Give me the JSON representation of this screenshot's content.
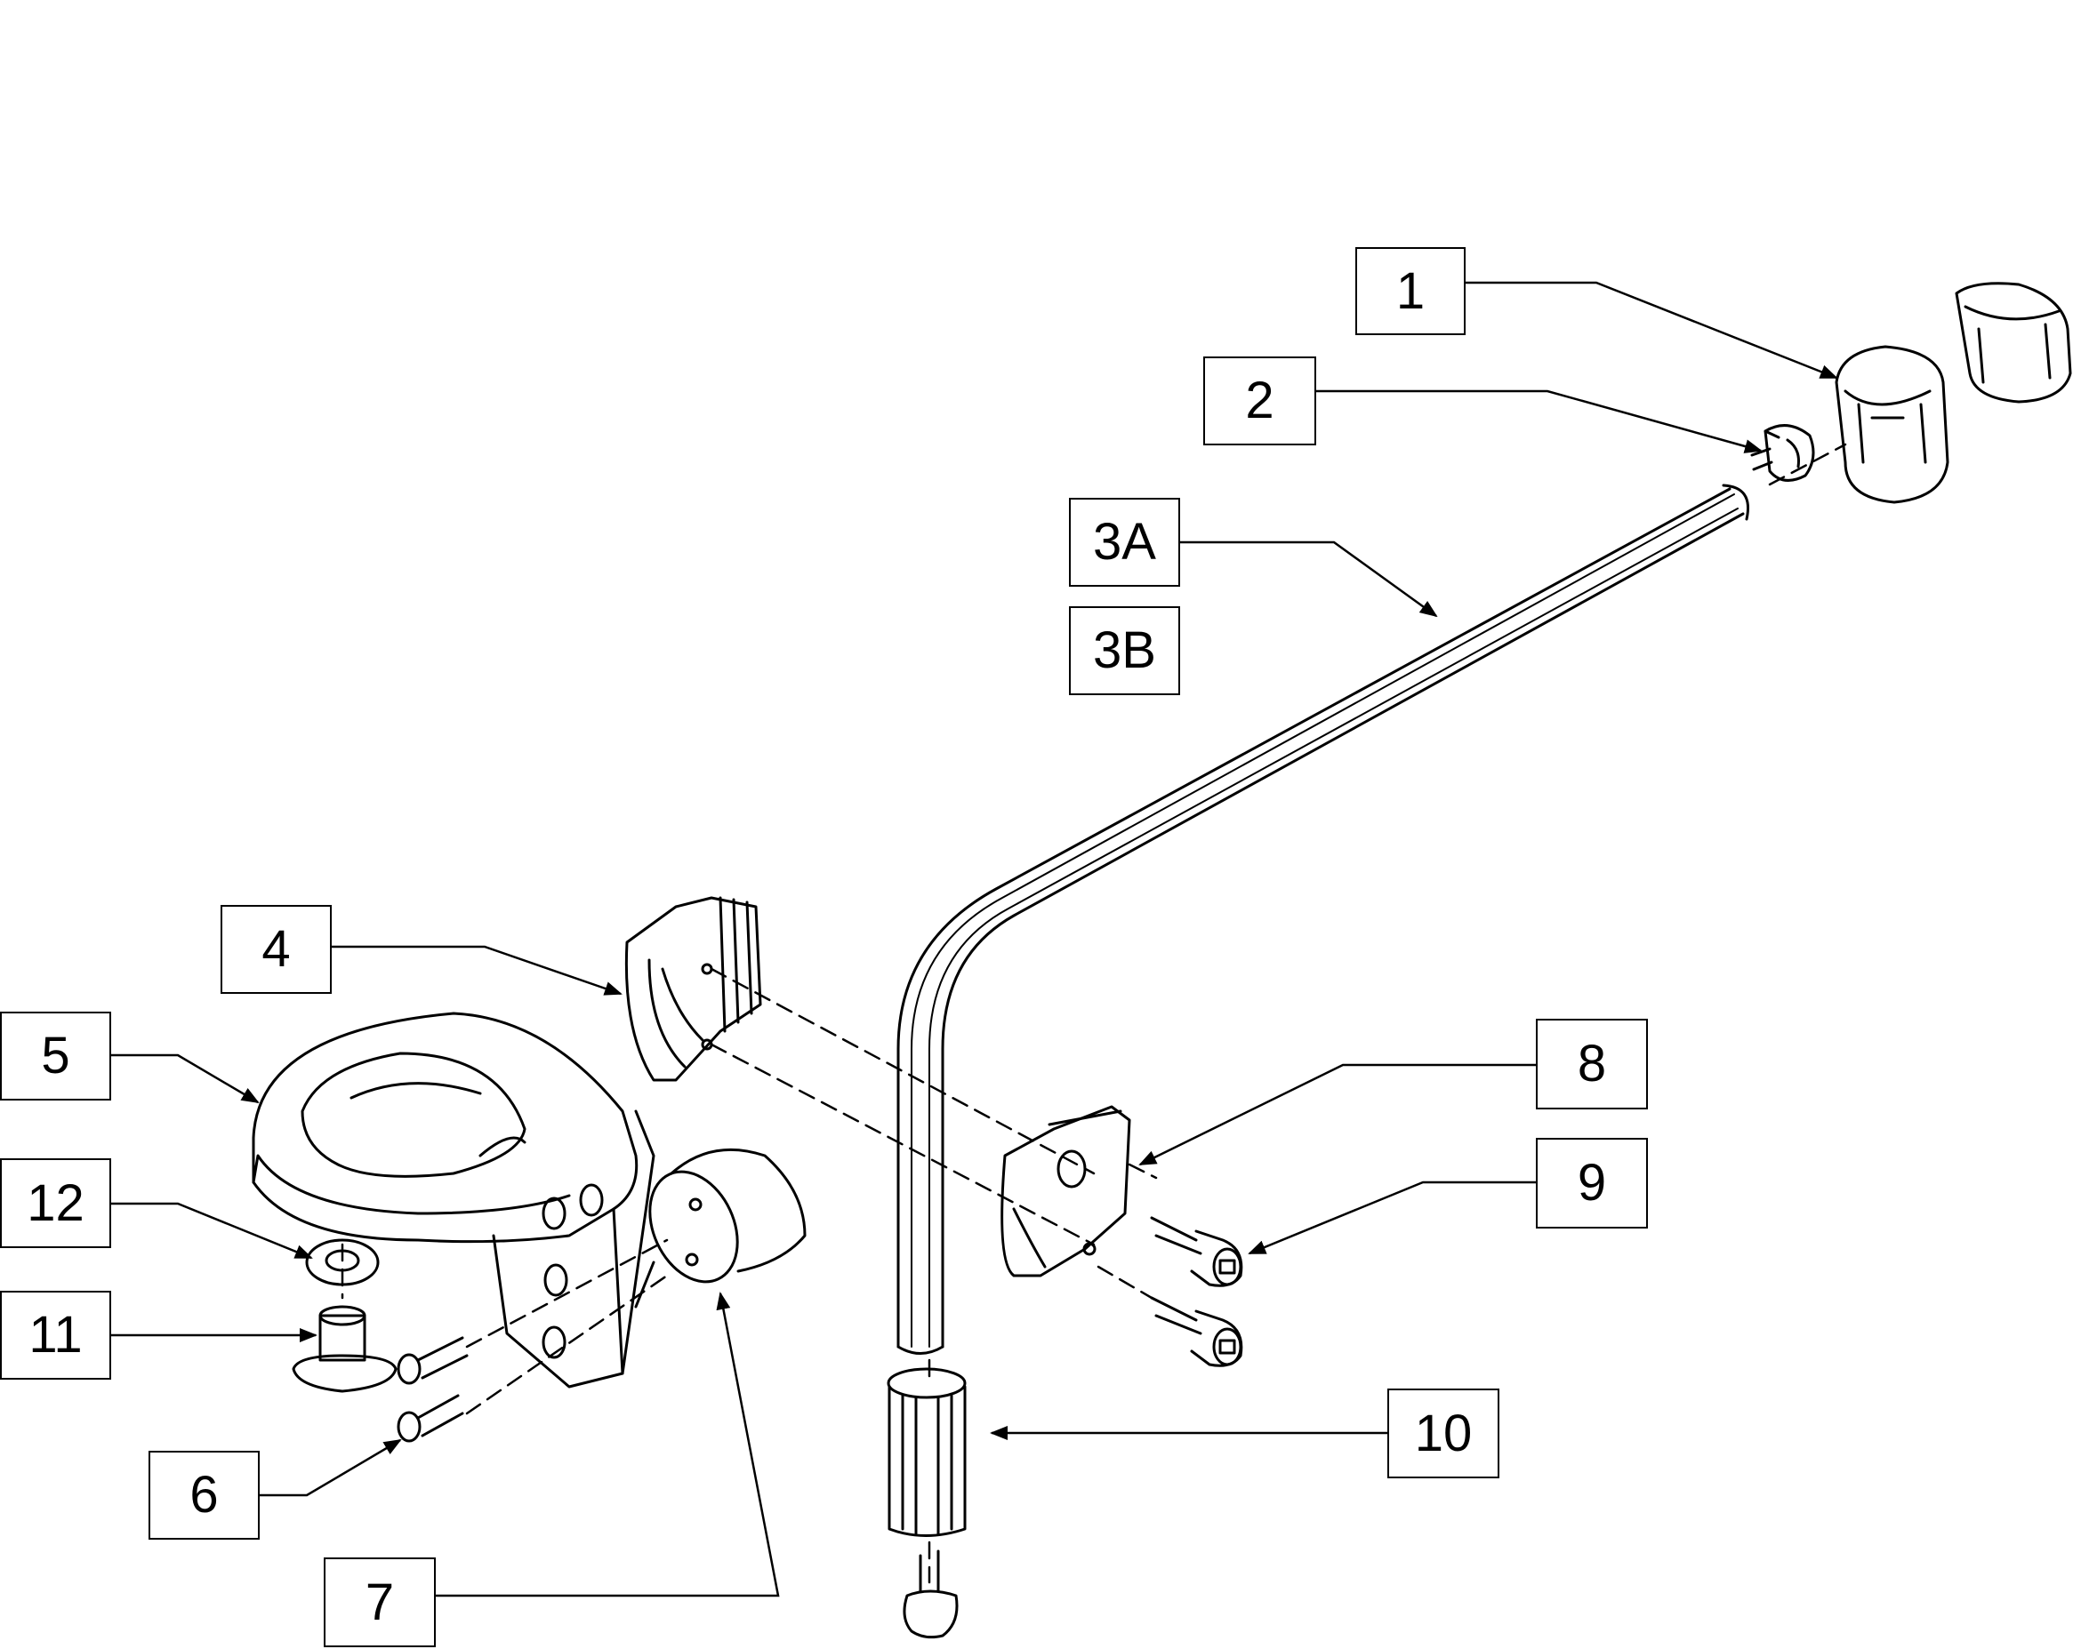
{
  "diagram": {
    "callouts": [
      {
        "id": "1",
        "label": "1"
      },
      {
        "id": "2",
        "label": "2"
      },
      {
        "id": "3A",
        "label": "3A"
      },
      {
        "id": "3B",
        "label": "3B"
      },
      {
        "id": "4",
        "label": "4"
      },
      {
        "id": "5",
        "label": "5"
      },
      {
        "id": "6",
        "label": "6"
      },
      {
        "id": "7",
        "label": "7"
      },
      {
        "id": "8",
        "label": "8"
      },
      {
        "id": "9",
        "label": "9"
      },
      {
        "id": "10",
        "label": "10"
      },
      {
        "id": "11",
        "label": "11"
      },
      {
        "id": "12",
        "label": "12"
      }
    ]
  }
}
